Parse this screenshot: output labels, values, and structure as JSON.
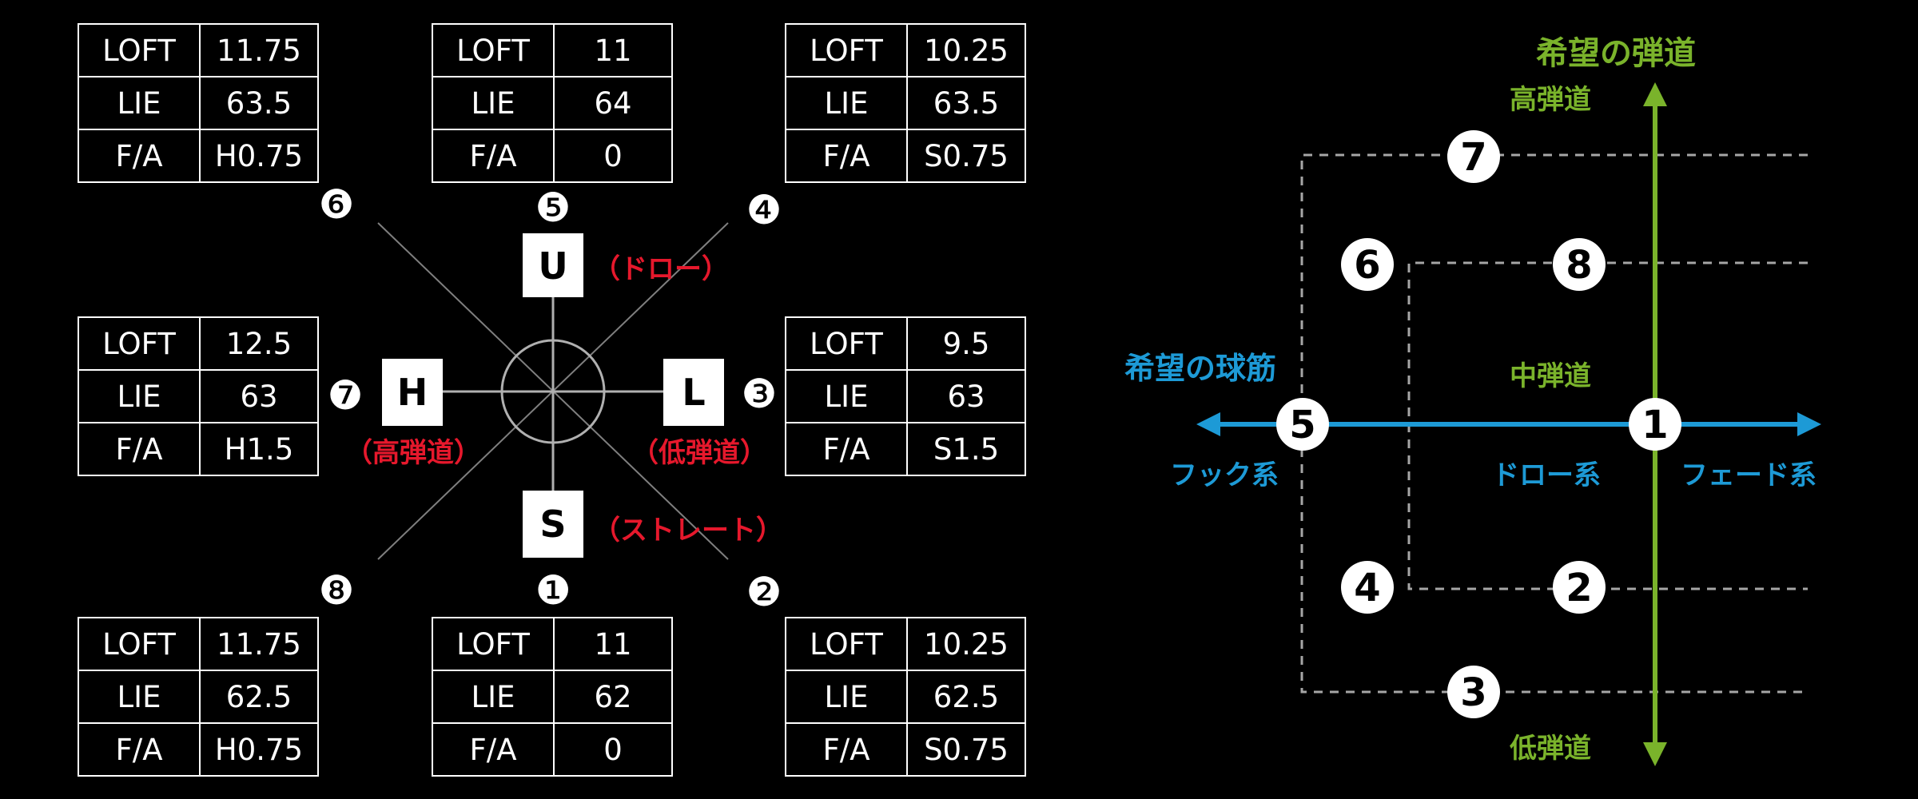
{
  "colors": {
    "green": "#7ab32b",
    "blue": "#1d9ad6",
    "red": "#e6182c"
  },
  "specs": {
    "p6": {
      "rows": [
        [
          "LOFT",
          "11.75"
        ],
        [
          "LIE",
          "63.5"
        ],
        [
          "F/A",
          "H0.75"
        ]
      ]
    },
    "p5": {
      "rows": [
        [
          "LOFT",
          "11"
        ],
        [
          "LIE",
          "64"
        ],
        [
          "F/A",
          "0"
        ]
      ]
    },
    "p4": {
      "rows": [
        [
          "LOFT",
          "10.25"
        ],
        [
          "LIE",
          "63.5"
        ],
        [
          "F/A",
          "S0.75"
        ]
      ]
    },
    "p7": {
      "rows": [
        [
          "LOFT",
          "12.5"
        ],
        [
          "LIE",
          "63"
        ],
        [
          "F/A",
          "H1.5"
        ]
      ]
    },
    "p3": {
      "rows": [
        [
          "LOFT",
          "9.5"
        ],
        [
          "LIE",
          "63"
        ],
        [
          "F/A",
          "S1.5"
        ]
      ]
    },
    "p8": {
      "rows": [
        [
          "LOFT",
          "11.75"
        ],
        [
          "LIE",
          "62.5"
        ],
        [
          "F/A",
          "H0.75"
        ]
      ]
    },
    "p1": {
      "rows": [
        [
          "LOFT",
          "11"
        ],
        [
          "LIE",
          "62"
        ],
        [
          "F/A",
          "0"
        ]
      ]
    },
    "p2": {
      "rows": [
        [
          "LOFT",
          "10.25"
        ],
        [
          "LIE",
          "62.5"
        ],
        [
          "F/A",
          "S0.75"
        ]
      ]
    }
  },
  "dial": {
    "numbers": {
      "n1": "❶",
      "n2": "❷",
      "n3": "❸",
      "n4": "❹",
      "n5": "❺",
      "n6": "❻",
      "n7": "❼",
      "n8": "❽"
    },
    "markers": {
      "U": "U",
      "H": "H",
      "L": "L",
      "S": "S"
    },
    "captions": {
      "U": "（ドロー）",
      "H": "（高弾道）",
      "L": "（低弾道）",
      "S": "（ストレート）"
    }
  },
  "trajectory": {
    "title": "希望の弾道",
    "high": "高弾道",
    "mid": "中弾道",
    "low": "低弾道",
    "ball_flight_title": "希望の球筋",
    "hook": "フック系",
    "draw": "ドロー系",
    "fade": "フェード系",
    "points": {
      "c1": "1",
      "c2": "2",
      "c3": "3",
      "c4": "4",
      "c5": "5",
      "c6": "6",
      "c7": "7",
      "c8": "8"
    }
  }
}
